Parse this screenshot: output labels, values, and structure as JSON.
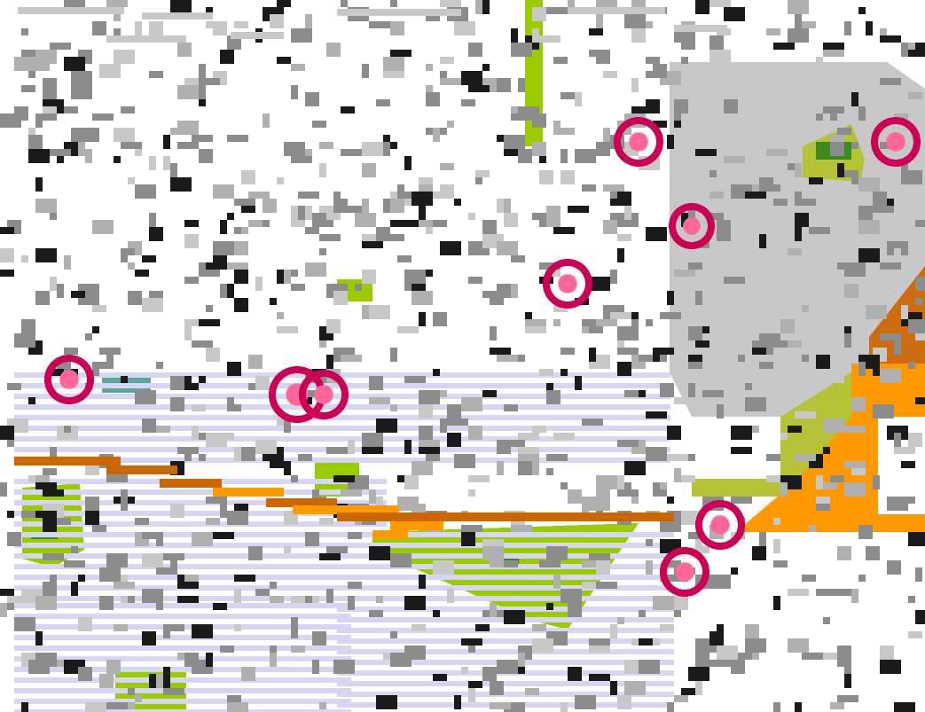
{
  "map": {
    "style": "pixelated low-resolution map tiles",
    "labels": [],
    "colors": {
      "background": "#ffffff",
      "edge_strip": "#fddbb5",
      "residential_hatch": "#d6d6f2",
      "road_gray": "#c8c8c8",
      "dark_pixel": "#1a1a1a",
      "mid_gray": "#8c8c8c",
      "park_green": "#99cc00",
      "park_dark_green": "#3a8a20",
      "teal": "#5aa89a",
      "olive": "#b5c235",
      "orange_road": "#cc6600",
      "orange_bright": "#ff9900",
      "magenta_marker": "#cc0055",
      "pink_marker": "#ff6699",
      "brown_area": "#cc6b10"
    },
    "features": [
      {
        "kind": "park",
        "name": "park-polygon-large"
      },
      {
        "kind": "park",
        "name": "park-polygon-left"
      },
      {
        "kind": "park",
        "name": "park-strip-vertical"
      },
      {
        "kind": "road",
        "name": "orange-road-diagonal"
      },
      {
        "kind": "area",
        "name": "orange-area-right"
      },
      {
        "kind": "area",
        "name": "gray-industrial-area"
      },
      {
        "kind": "markers",
        "name": "pink-ring-markers"
      }
    ]
  }
}
